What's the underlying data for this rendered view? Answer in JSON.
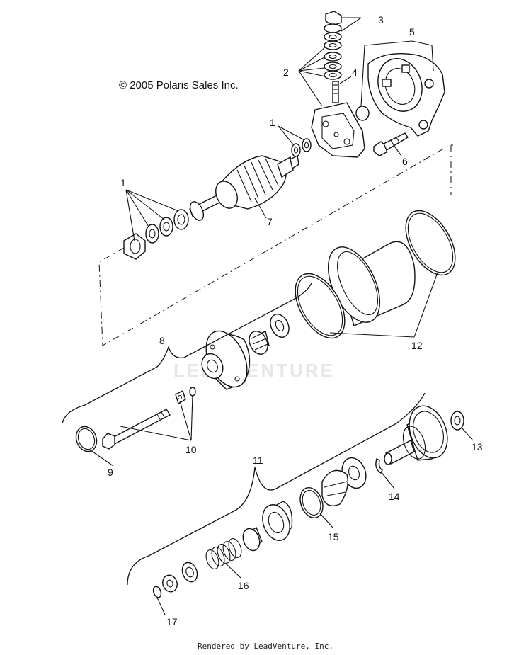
{
  "copyright": "© 2005 Polaris Sales Inc.",
  "footer": "Rendered by LeadVenture, Inc.",
  "watermark": "LEADVENTURE",
  "callouts": {
    "c1a": "1",
    "c1b": "1",
    "c2": "2",
    "c3": "3",
    "c4": "4",
    "c5": "5",
    "c6": "6",
    "c7": "7",
    "c8": "8",
    "c9": "9",
    "c10": "10",
    "c11": "11",
    "c12": "12",
    "c13": "13",
    "c14": "14",
    "c15": "15",
    "c16": "16",
    "c17": "17"
  }
}
